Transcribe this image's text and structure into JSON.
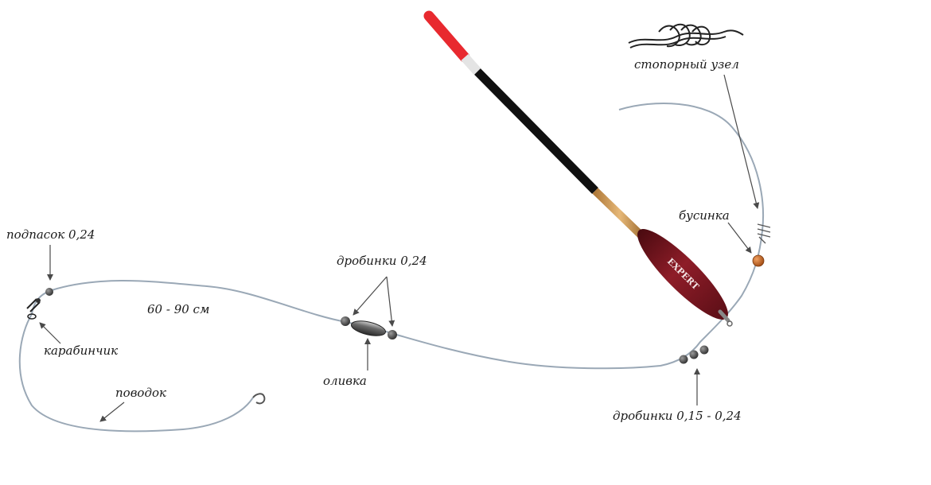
{
  "labels": {
    "stopper_knot": "стопорный узел",
    "bead": "бусинка",
    "underlead": "подпасок 0,24",
    "shot_024": "дробинки 0,24",
    "length": "60 - 90 см",
    "snap_swivel": "карабинчик",
    "olive": "оливка",
    "hooklength": "поводок",
    "shot_015_024": "дробинки 0,15 - 0,24"
  },
  "float": {
    "brand": "EXPERT"
  },
  "colors": {
    "line": "#9aa8b6",
    "pointer": "#555555",
    "tip": "#e8292f",
    "body": "#7a1620",
    "stem": "#101010",
    "shot": "#4a4a4a",
    "bead": "#c8651e"
  }
}
